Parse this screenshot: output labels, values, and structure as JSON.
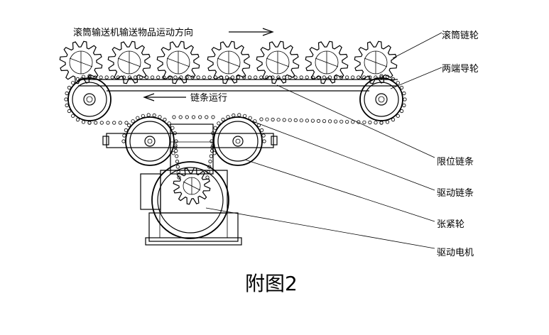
{
  "labels": {
    "direction": "滚筒输送机输送物品运动方向",
    "chain_run": "链条运行",
    "roller_sprocket": "滚筒链轮",
    "end_guide": "两端导轮",
    "limit_chain": "限位链条",
    "drive_chain": "驱动链条",
    "tensioner": "张紧轮",
    "drive_motor": "驱动电机"
  },
  "caption": "附图2"
}
